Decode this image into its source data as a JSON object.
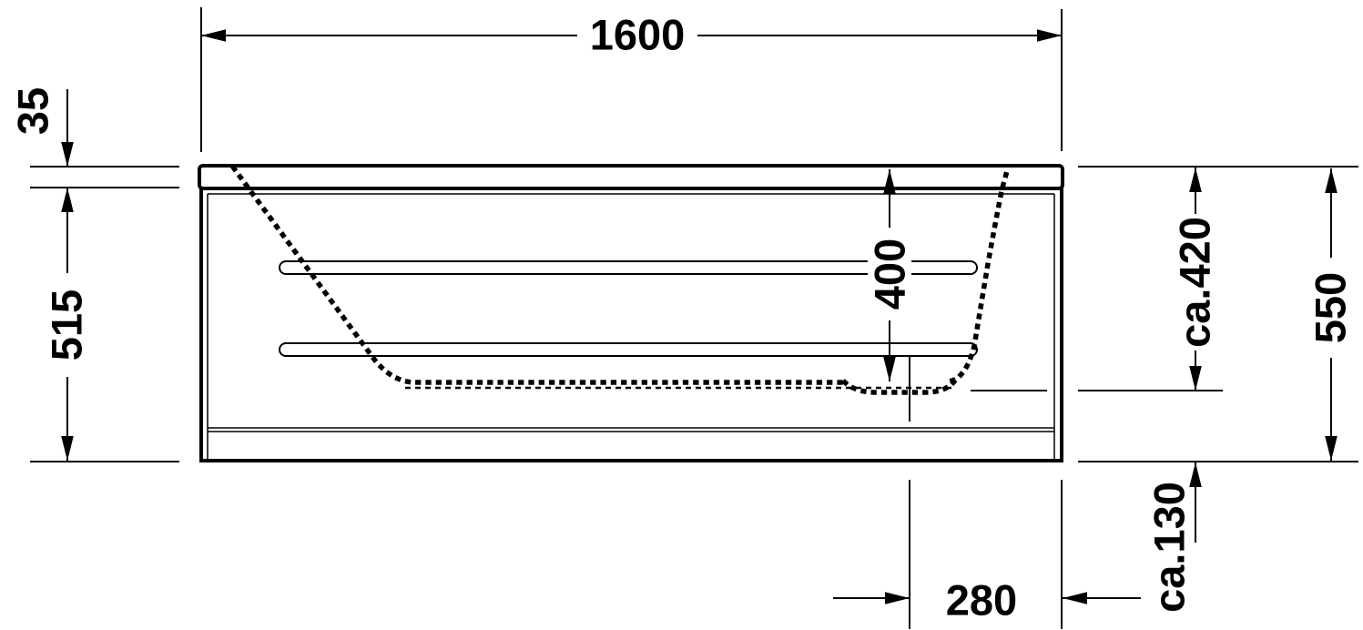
{
  "dimensions": {
    "overall_length": "1600",
    "rim_thickness": "35",
    "side_height": "515",
    "inner_depth": "400",
    "depth_approx": "ca.420",
    "total_height": "550",
    "base_clearance_approx": "ca.130",
    "drain_offset": "280"
  }
}
